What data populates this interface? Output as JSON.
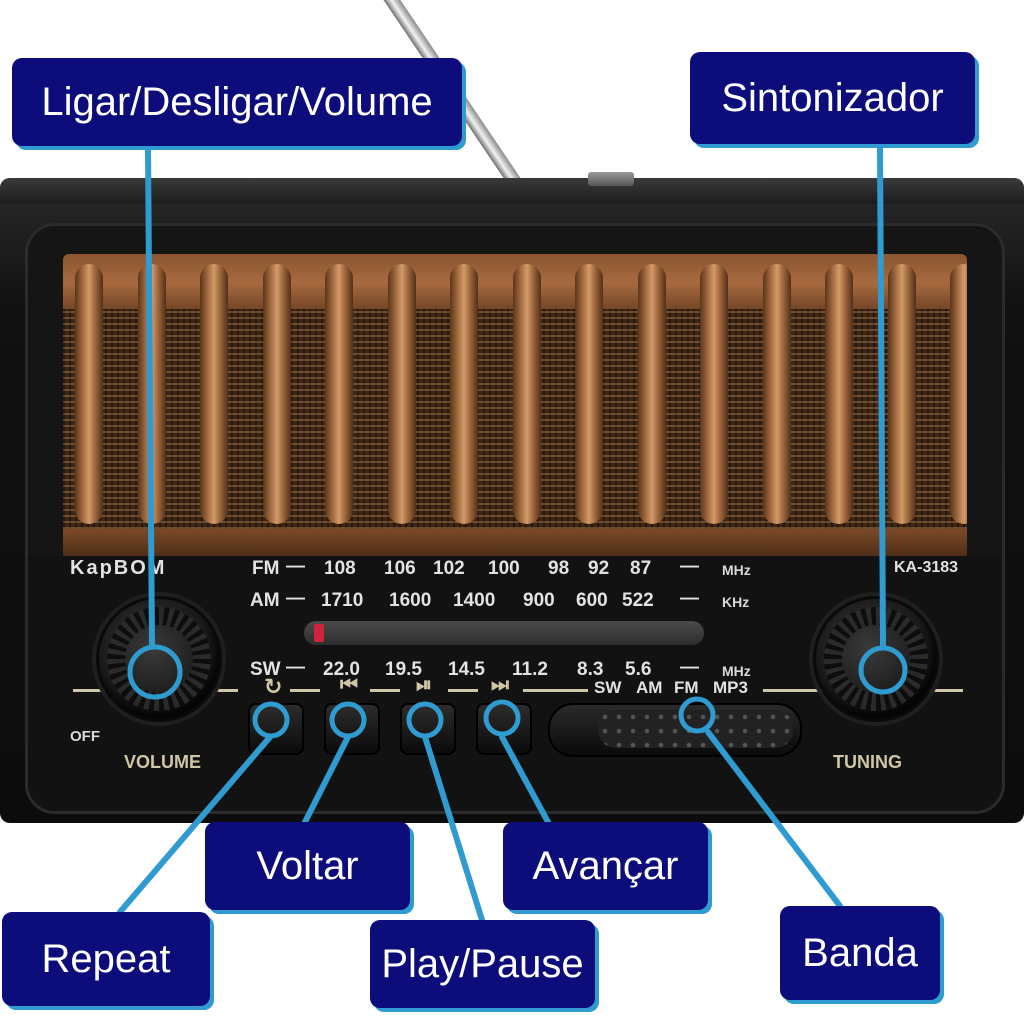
{
  "labels": {
    "power_volume": "Ligar/Desligar/Volume",
    "tuner": "Sintonizador",
    "back": "Voltar",
    "forward": "Avançar",
    "repeat": "Repeat",
    "play_pause": "Play/Pause",
    "band": "Banda"
  },
  "radio": {
    "brand": "KapBOM",
    "model": "KA-3183",
    "off_label": "OFF",
    "volume_label": "VOLUME",
    "tuning_label": "TUNING",
    "fm_row": {
      "band": "FM",
      "values": [
        "108",
        "106",
        "102",
        "100",
        "98",
        "92",
        "87"
      ],
      "unit": "MHz"
    },
    "am_row": {
      "band": "AM",
      "values": [
        "1710",
        "1600",
        "1400",
        "900",
        "600",
        "522"
      ],
      "unit": "KHz"
    },
    "sw_row": {
      "band": "SW",
      "values": [
        "22.0",
        "19.5",
        "14.5",
        "11.2",
        "8.3",
        "5.6"
      ],
      "unit": "MHz"
    },
    "band_selector": [
      "SW",
      "AM",
      "FM",
      "MP3"
    ],
    "button_icons": [
      "repeat-icon",
      "previous-track-icon",
      "play-pause-icon",
      "next-track-icon"
    ],
    "button_glyphs": [
      "↻",
      "⏮",
      "⏯",
      "⏭"
    ]
  },
  "colors": {
    "callout_box": "#0c0c7a",
    "callout_line": "#2f9bd0",
    "grille_wood": "#a76a3f",
    "tuning_needle": "#d0243c"
  }
}
